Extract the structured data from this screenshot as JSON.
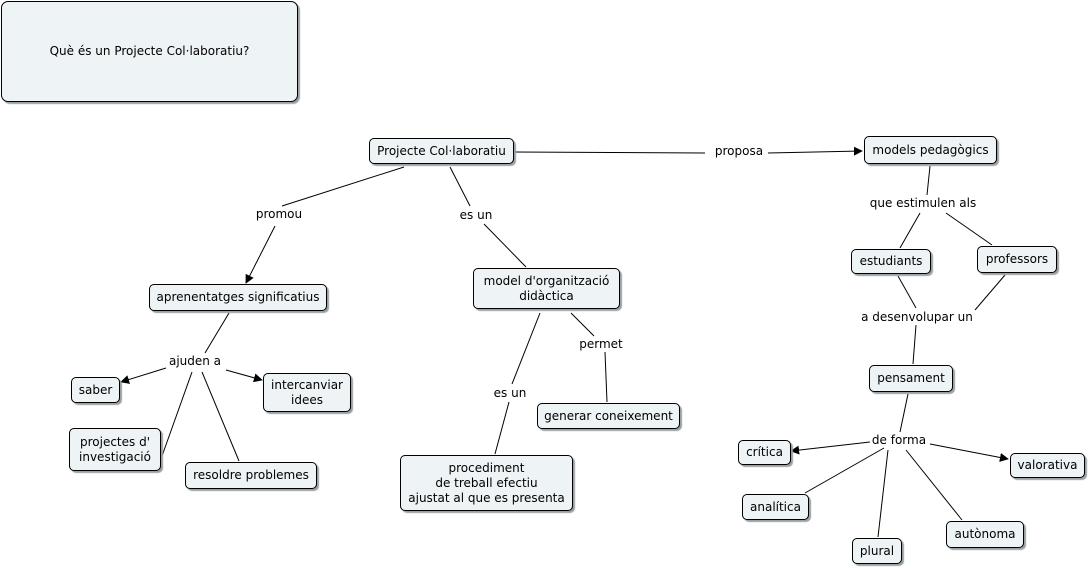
{
  "title": "Què és un Projecte Col·laboratiu?",
  "nodes": {
    "projecte": "Projecte Col·laboratiu",
    "models": "models pedagògics",
    "aprenentatges": "aprenentatges significatius",
    "model_org": "model d'organització\ndidàctica",
    "estudiants": "estudiants",
    "professors": "professors",
    "saber": "saber",
    "intercanviar": "intercanviar\nidees",
    "projectes_inv": "projectes d'\ninvestigació",
    "resoldre": "resoldre problemes",
    "generar": "generar coneixement",
    "procediment": "procediment\nde treball efectiu\najustat al que es presenta",
    "pensament": "pensament",
    "critica": "crítica",
    "valorativa": "valorativa",
    "analitica": "analítica",
    "plural": "plural",
    "autonoma": "autònoma"
  },
  "links": {
    "proposa": "proposa",
    "promou": "promou",
    "es_un_1": "es un",
    "que_estimulen": "que estimulen als",
    "a_desenvolupar": "a desenvolupar un",
    "ajuden": "ajuden a",
    "permet": "permet",
    "es_un_2": "es un",
    "de_forma": "de forma"
  }
}
